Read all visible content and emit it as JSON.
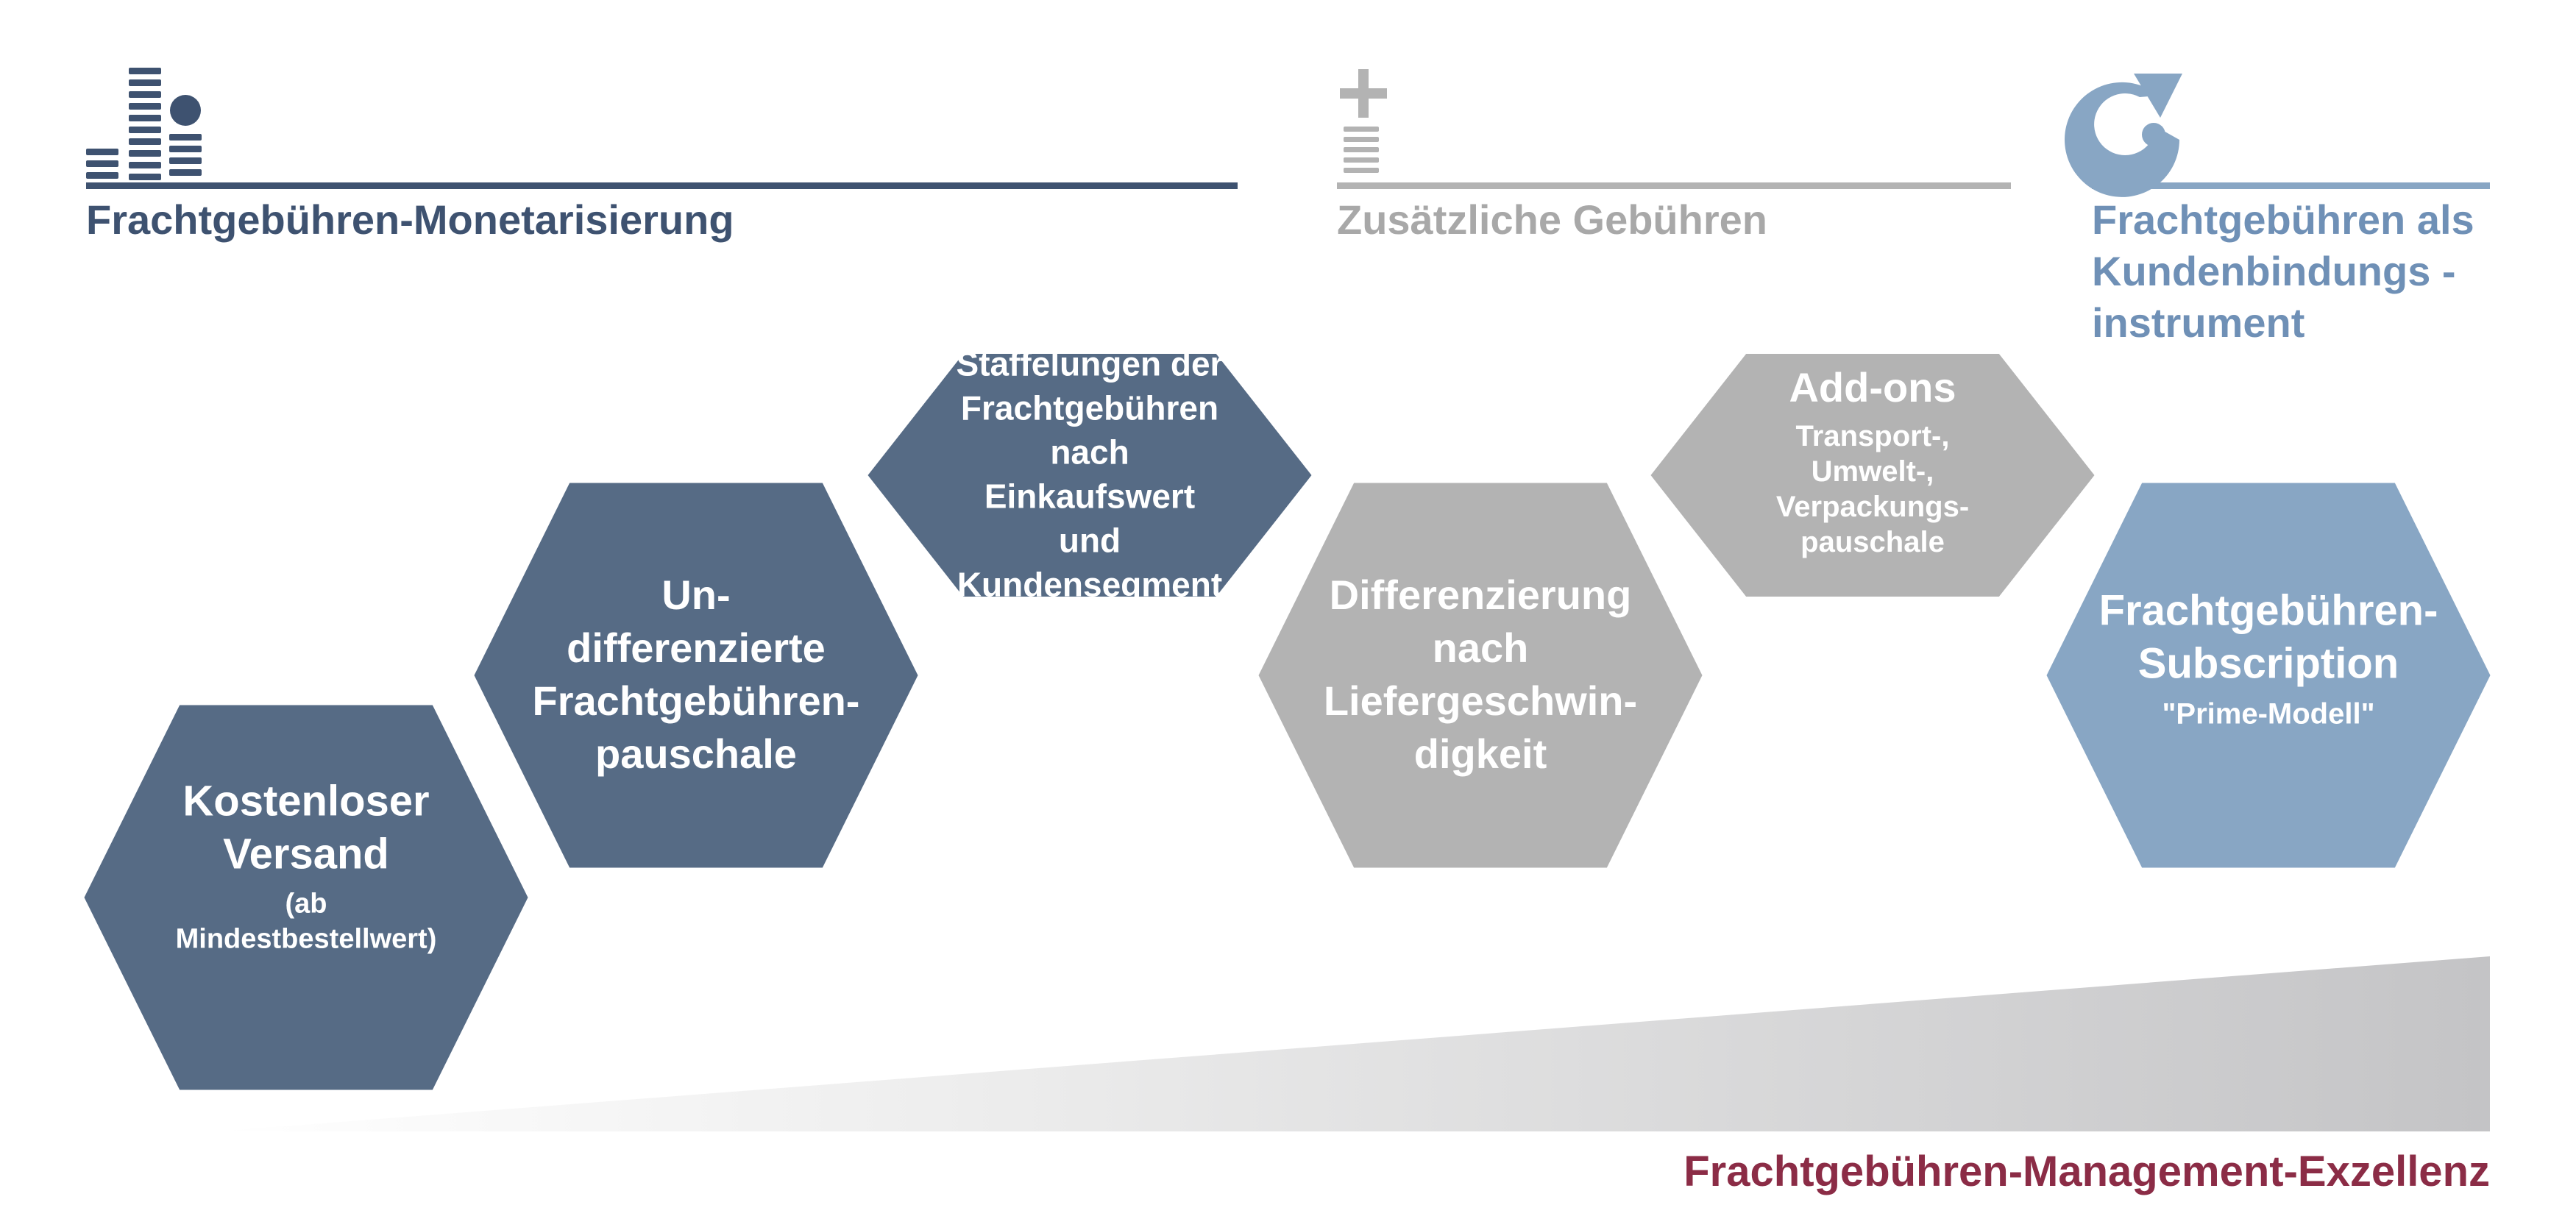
{
  "colors": {
    "navy": "#566b85",
    "navy_dark": "#3e5270",
    "gray": "#b3b3b3",
    "gray_text": "#a8a8a8",
    "blue_light": "#88a6c4",
    "blue_text": "#6f90b6",
    "red": "#8b2c46",
    "white": "#ffffff"
  },
  "sections": [
    {
      "title_lines": [
        "Frachtgebühren-Monetarisierung"
      ],
      "icon": "coin-stack-icon"
    },
    {
      "title_lines": [
        "Zusätzliche Gebühren"
      ],
      "icon": "plus-stack-icon"
    },
    {
      "title_lines": [
        "Frachtgebühren als",
        "Kundenbindungs  -",
        "instrument"
      ],
      "icon": "customer-cycle-icon"
    }
  ],
  "hexagons": [
    {
      "id": "kostenloser-versand",
      "group": "monetarisierung",
      "title_lines": [
        "Kostenloser",
        "Versand"
      ],
      "sub_lines": [
        "(ab",
        "Mindestbestellwert)"
      ]
    },
    {
      "id": "undifferenzierte-pauschale",
      "group": "monetarisierung",
      "title_lines": [
        "Un-",
        "differenzierte",
        "Frachtgebühren-",
        "pauschale"
      ],
      "sub_lines": []
    },
    {
      "id": "staffelungen",
      "group": "monetarisierung",
      "title_lines": [
        "Staffelungen der",
        "Frachtgebühren",
        "nach",
        "Einkaufswert",
        "und",
        "Kundensegment"
      ],
      "sub_lines": []
    },
    {
      "id": "differenzierung-liefergeschwindigkeit",
      "group": "zusatz",
      "title_lines": [
        "Differenzierung",
        "nach",
        "Liefergeschwin-",
        "digkeit"
      ],
      "sub_lines": []
    },
    {
      "id": "add-ons",
      "group": "zusatz",
      "title_lines": [
        "Add-ons"
      ],
      "sub_lines": [
        "Transport-,",
        "Umwelt-,",
        "Verpackungs-",
        "pauschale"
      ]
    },
    {
      "id": "subscription",
      "group": "kundenbindung",
      "title_lines": [
        "Frachtgebühren-",
        "Subscription"
      ],
      "sub_lines": [
        "\"Prime-Modell\""
      ]
    }
  ],
  "excellence_label": "Frachtgebühren-Management-Exzellenz"
}
